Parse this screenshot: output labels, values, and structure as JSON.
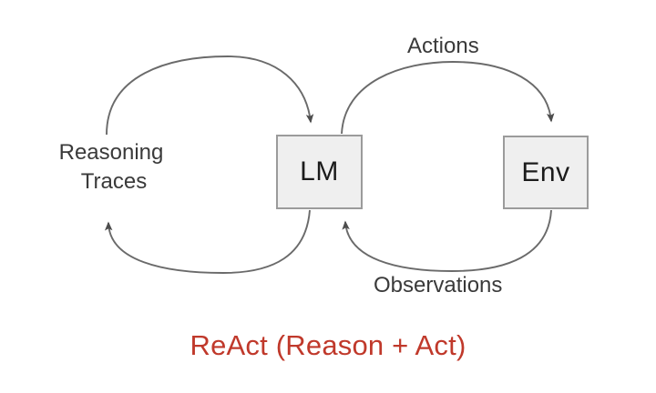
{
  "diagram": {
    "title": "ReAct (Reason + Act)",
    "background_color": "#ffffff",
    "nodes": [
      {
        "id": "lm",
        "label": "LM",
        "fill": "#efefef",
        "stroke": "#9b9b9b"
      },
      {
        "id": "env",
        "label": "Env",
        "fill": "#efefef",
        "stroke": "#9b9b9b"
      }
    ],
    "edges": [
      {
        "id": "reasoning-loop-out",
        "from": "lm",
        "to": "reasoning",
        "label": "",
        "direction": "out"
      },
      {
        "id": "reasoning-loop-in",
        "from": "reasoning",
        "to": "lm",
        "label": "",
        "direction": "in"
      },
      {
        "id": "actions",
        "from": "lm",
        "to": "env",
        "label": "Actions"
      },
      {
        "id": "observations",
        "from": "env",
        "to": "lm",
        "label": "Observations"
      }
    ],
    "labels": {
      "reasoning_line1": "Reasoning",
      "reasoning_line2": "Traces",
      "actions": "Actions",
      "observations": "Observations"
    },
    "caption": {
      "text": "ReAct (Reason + Act)",
      "color": "#c0392b"
    },
    "line_color": "#5a5a5a",
    "text_color": "#3a3a3a"
  }
}
